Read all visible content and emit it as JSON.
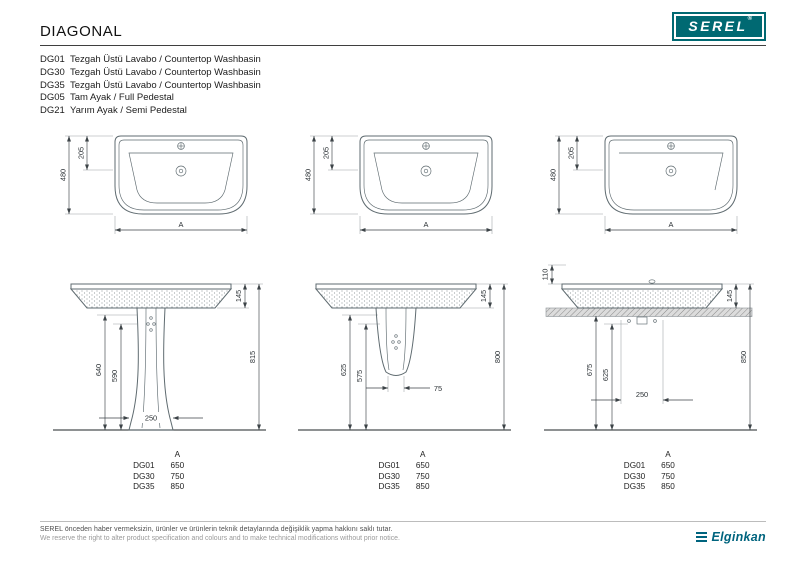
{
  "header": {
    "title": "DIAGONAL",
    "brand": "SEREL",
    "brand_reg": "®"
  },
  "products": [
    {
      "code": "DG01",
      "desc": "Tezgah Üstü Lavabo / Countertop Washbasin"
    },
    {
      "code": "DG30",
      "desc": "Tezgah Üstü Lavabo / Countertop Washbasin"
    },
    {
      "code": "DG35",
      "desc": "Tezgah Üstü Lavabo / Countertop Washbasin"
    },
    {
      "code": "DG05",
      "desc": "Tam Ayak / Full Pedestal"
    },
    {
      "code": "DG21",
      "desc": "Yarım Ayak / Semi Pedestal"
    }
  ],
  "top_view": {
    "dim_height": "480",
    "dim_top": "205",
    "dim_width": "A"
  },
  "front_full_pedestal": {
    "basin_height": "145",
    "total_height": "815",
    "h_outer": "640",
    "h_inner": "590",
    "base_width": "250"
  },
  "front_semi_pedestal": {
    "basin_height": "145",
    "total_height": "800",
    "h_outer": "625",
    "h_inner": "575",
    "base_width": "75"
  },
  "front_wall_hung": {
    "top_offset": "110",
    "basin_height": "145",
    "total_height": "850",
    "h_outer": "675",
    "h_inner": "625",
    "mount_width": "250"
  },
  "size_table": {
    "header": "A",
    "rows": [
      {
        "code": "DG01",
        "value": "650"
      },
      {
        "code": "DG30",
        "value": "750"
      },
      {
        "code": "DG35",
        "value": "850"
      }
    ]
  },
  "footer": {
    "line1": "SEREL önceden haber vermeksizin, ürünler ve ürünlerin teknik detaylarında değişiklik yapma hakkını saklı tutar.",
    "line2": "We reserve the right to alter product specification and colours and to make technical modifications without prior notice.",
    "logo": "Elginkan"
  },
  "colors": {
    "brand_teal": "#006972",
    "elginkan_blue": "#00647E"
  }
}
